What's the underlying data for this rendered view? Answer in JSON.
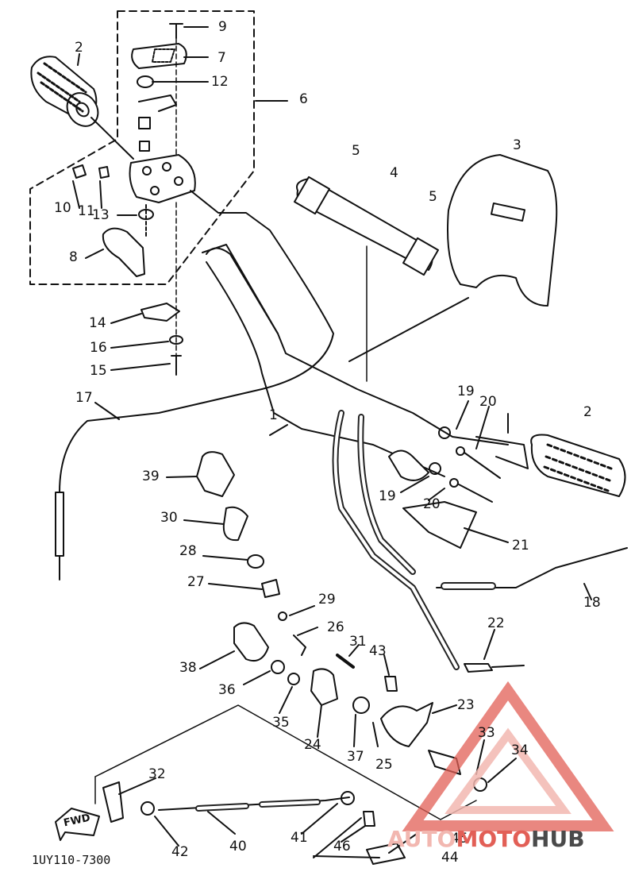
{
  "diagram_code": "1UY110-7300",
  "fwd_label": "FWD",
  "watermark": {
    "part_a": "AUTO",
    "part_b": "MOTO",
    "part_c": "HUB"
  },
  "callouts": [
    "1",
    "2",
    "2",
    "3",
    "4",
    "5",
    "5",
    "6",
    "7",
    "8",
    "9",
    "10",
    "11",
    "12",
    "13",
    "14",
    "15",
    "16",
    "17",
    "18",
    "19",
    "19",
    "20",
    "20",
    "21",
    "22",
    "23",
    "24",
    "25",
    "26",
    "27",
    "28",
    "29",
    "30",
    "31",
    "32",
    "33",
    "34",
    "35",
    "36",
    "37",
    "38",
    "39",
    "40",
    "41",
    "42",
    "43",
    "44",
    "45",
    "46"
  ],
  "colors": {
    "ink": "#111111",
    "watermark_light": "#f2b7b0",
    "watermark_red": "#e25f56",
    "watermark_dark": "#4a4a4a"
  }
}
